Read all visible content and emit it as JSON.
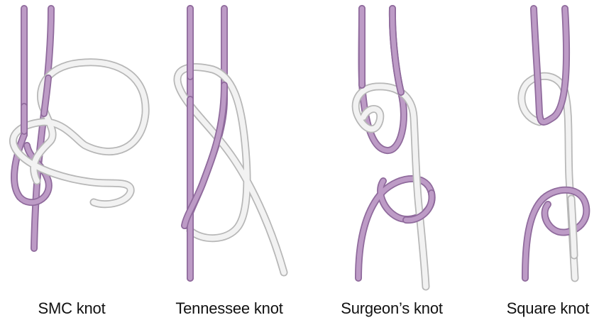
{
  "figure": {
    "knots": [
      {
        "name": "SMC knot"
      },
      {
        "name": "Tennessee knot"
      },
      {
        "name": "Surgeon’s knot"
      },
      {
        "name": "Square knot"
      }
    ]
  },
  "colors": {
    "purple_strand": "#bd9bc6",
    "purple_edge": "#8f6a9c",
    "white_strand": "#f2f2f2",
    "white_edge": "#b7b7b7",
    "label_text": "#111111"
  }
}
